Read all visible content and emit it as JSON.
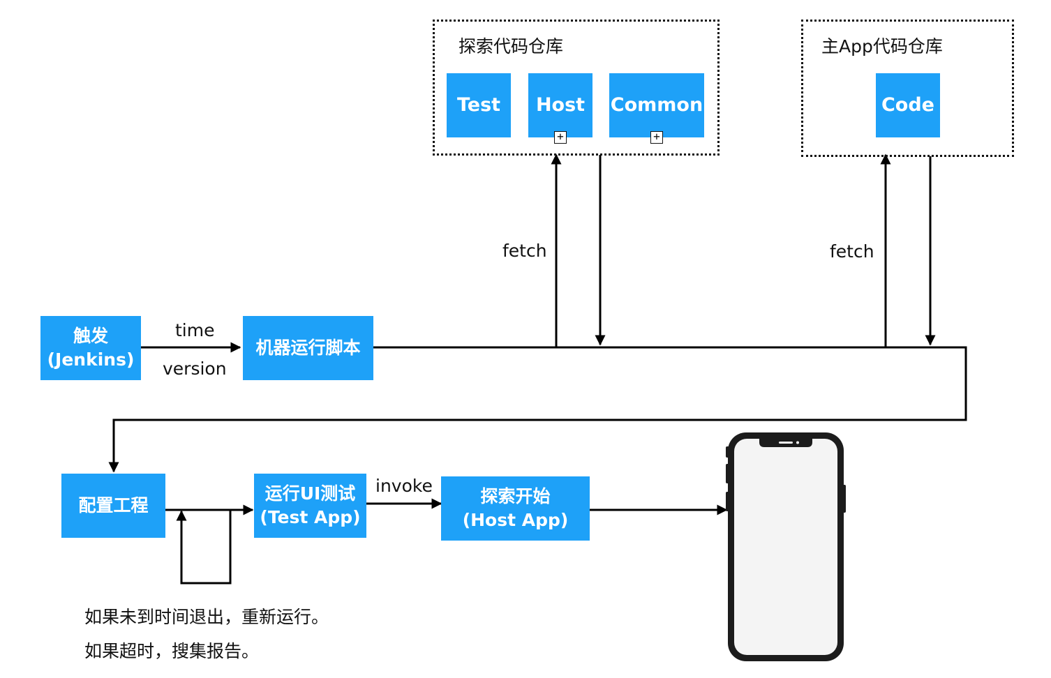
{
  "explore_repo": {
    "title": "探索代码仓库",
    "modules": [
      {
        "label": "Test"
      },
      {
        "label": "Host"
      },
      {
        "label": "Common"
      }
    ]
  },
  "main_repo": {
    "title": "主App代码仓库",
    "module": {
      "label": "Code"
    }
  },
  "nodes": {
    "trigger": {
      "line1": "触发",
      "line2": "(Jenkins)"
    },
    "script": {
      "label": "机器运行脚本"
    },
    "config": {
      "label": "配置工程"
    },
    "run_test": {
      "line1": "运行UI测试",
      "line2": "(Test App)"
    },
    "explore": {
      "line1": "探索开始",
      "line2": "(Host App)"
    }
  },
  "edge_labels": {
    "time": "time",
    "version": "version",
    "fetch_explore": "fetch",
    "fetch_main": "fetch",
    "invoke": "invoke"
  },
  "notes": {
    "line1": "如果未到时间退出，重新运行。",
    "line2": "如果超时，搜集报告。"
  },
  "colors": {
    "box_fill": "#1ea1f8",
    "box_text": "#ffffff",
    "line": "#000000",
    "phone_body": "#1c1c1c",
    "phone_screen": "#f4f4f4"
  }
}
